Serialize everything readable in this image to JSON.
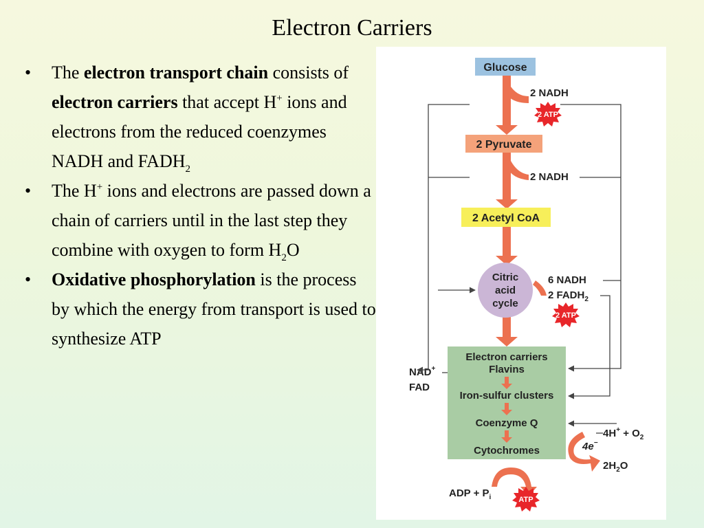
{
  "slide": {
    "title": "Electron Carriers",
    "bullets": [
      {
        "p1": "The ",
        "b1": "electron transport chain",
        "p2": " consists of ",
        "b2": "electron carriers",
        "p3": " that accept H",
        "sup1": "+",
        "p4": " ions and electrons from the reduced coenzymes NADH and FADH",
        "sub1": "2"
      },
      {
        "p1": "The H",
        "sup1": "+",
        "p2": " ions and electrons are passed down a chain of carriers until in the last step they combine with oxygen to form H",
        "sub1": "2",
        "p3": "O"
      },
      {
        "b1": "Oxidative phosphorylation",
        "p1": " is the process by which the energy from transport is used to synthesize ATP"
      }
    ]
  },
  "diagram": {
    "glucose": "Glucose",
    "nadh_glycolysis": "2 NADH",
    "atp_glycolysis": "2 ATP",
    "pyruvate": "2 Pyruvate",
    "nadh_pyruvate": "2 NADH",
    "acetyl_coa": "2 Acetyl CoA",
    "citric_1": "Citric",
    "citric_2": "acid",
    "citric_3": "cycle",
    "nadh_citric": "6 NADH",
    "fadh_citric": "2 FADH",
    "fadh_sub": "2",
    "atp_citric": "2 ATP",
    "etc_header": "Electron carriers",
    "etc_flavins": "Flavins",
    "etc_iron": "Iron-sulfur clusters",
    "etc_coq": "Coenzyme Q",
    "etc_cyto": "Cytochromes",
    "nad": "NAD",
    "nad_sup": "+",
    "fad": "FAD",
    "h_ions": "4H",
    "h_sup": "+",
    "plus_o2": " + O",
    "o2_sub": "2",
    "electrons": "4e",
    "electrons_sup": "−",
    "water": "2H",
    "water_sub": "2",
    "water_o": "O",
    "adp": "ADP + P",
    "adp_sub": "i",
    "atp_final": "ATP",
    "colors": {
      "glucose_box": "#9cc2e0",
      "pyruvate_box": "#f4a27a",
      "acetyl_box": "#f7ef5a",
      "citric_circle": "#cbb6d6",
      "etc_box": "#a9cca4",
      "arrow": "#ec7150",
      "atp_burst": "#e8262a"
    }
  }
}
